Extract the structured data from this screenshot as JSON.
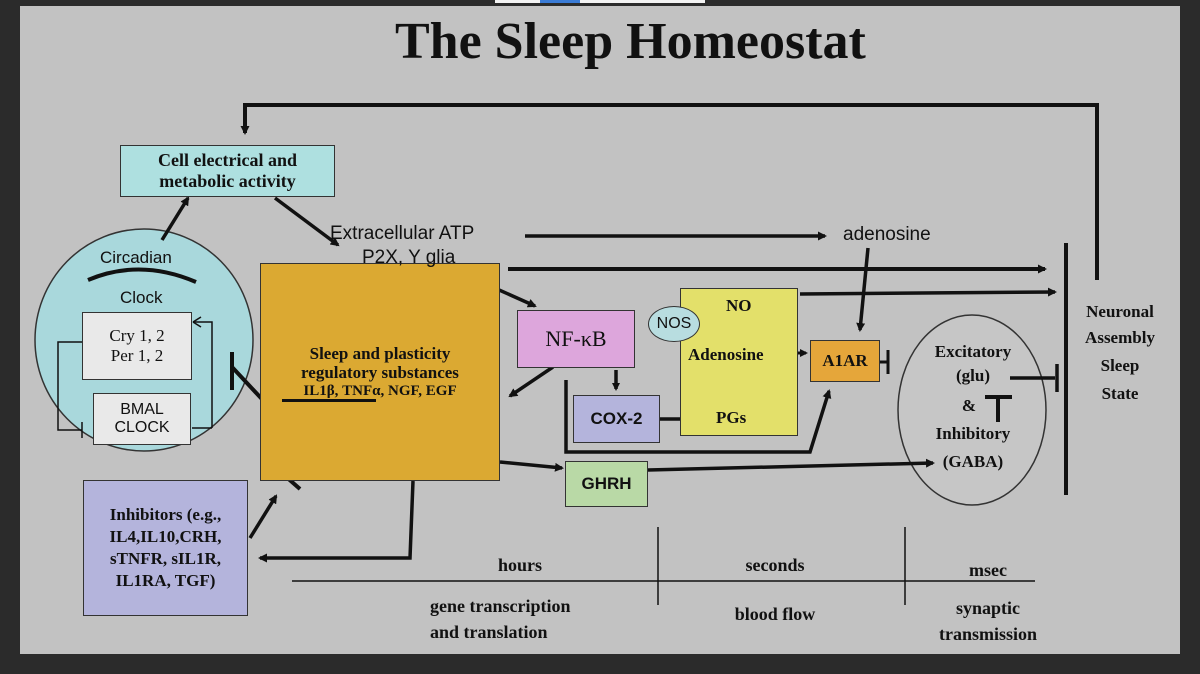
{
  "title": "The Sleep Homeostat",
  "nodes": {
    "cell_activity": [
      "Cell electrical and",
      "metabolic activity"
    ],
    "circadian_clock": [
      "Circadian",
      "Clock"
    ],
    "cry_per": [
      "Cry 1, 2",
      "Per 1, 2"
    ],
    "bmal_clock": [
      "BMAL",
      "CLOCK"
    ],
    "extracellular_atp": "Extracellular ATP",
    "p2x_glia": "P2X, Y glia",
    "adenosine_top": "adenosine",
    "sleep_substances": [
      "Sleep and plasticity",
      "regulatory substances",
      "IL1β, TNFα, NGF, EGF"
    ],
    "nfkb": "NF-κB",
    "nos": "NOS",
    "no": "NO",
    "adenosine_box": "Adenosine",
    "pgs": "PGs",
    "cox2": "COX-2",
    "a1ar": "A1AR",
    "ghrh": "GHRH",
    "excitatory_inhibitory": [
      "Excitatory",
      "(glu)",
      "&",
      "Inhibitory",
      "(GABA)"
    ],
    "neuronal_state": [
      "Neuronal",
      "Assembly",
      "Sleep",
      "State"
    ],
    "inhibitors": [
      "Inhibitors (e.g.,",
      "IL4,IL10,CRH,",
      "sTNFR, sIL1R,",
      "IL1RA, TGF)"
    ]
  },
  "timescales": [
    {
      "scale": "hours",
      "process": [
        "gene transcription",
        "and translation"
      ]
    },
    {
      "scale": "seconds",
      "process": [
        "blood flow"
      ]
    },
    {
      "scale": "msec",
      "process": [
        "synaptic",
        "transmission"
      ]
    }
  ],
  "colors": {
    "slide_bg": "#c2c2c2",
    "cyan": "#aee0e0",
    "circle": "#a9d8dc",
    "gold": "#dba932",
    "pink": "#dda6dc",
    "lavender": "#b4b4dc",
    "yellow": "#e3e06a",
    "green": "#b9d9a6",
    "orange": "#e5a63a",
    "nos_bubble": "#b8dde0",
    "border": "#333333"
  }
}
